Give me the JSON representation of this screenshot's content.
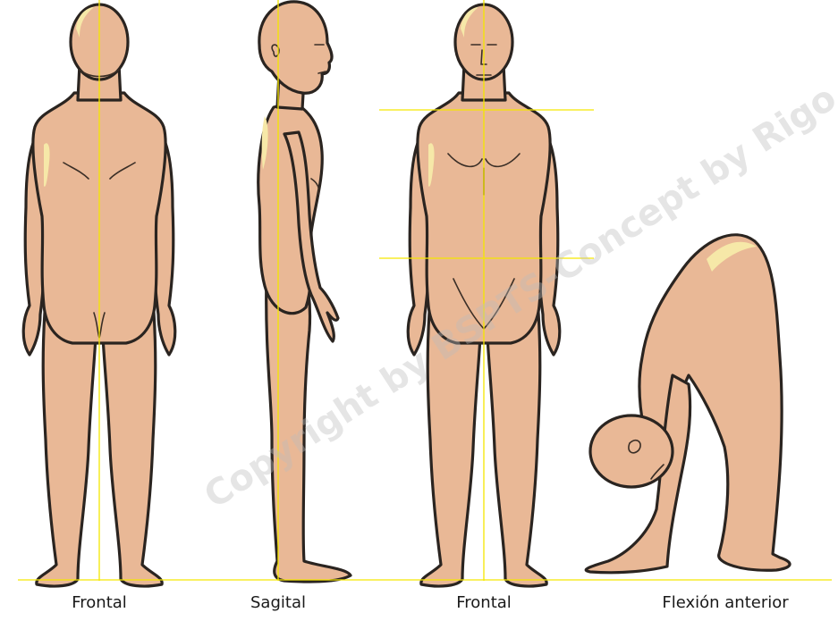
{
  "figures": [
    {
      "id": "back-view",
      "caption": "Frontal"
    },
    {
      "id": "side-view",
      "caption": "Sagital"
    },
    {
      "id": "front-view",
      "caption": "Frontal"
    },
    {
      "id": "forward-bend-view",
      "caption": "Flexión anterior"
    }
  ],
  "watermark": "Copyright by BSPTS-Concept by Rigo",
  "colors": {
    "skin": "#e9b896",
    "highlight": "#f6e8a8",
    "outline": "#2a2420",
    "guide_lines": "#f5e600"
  }
}
